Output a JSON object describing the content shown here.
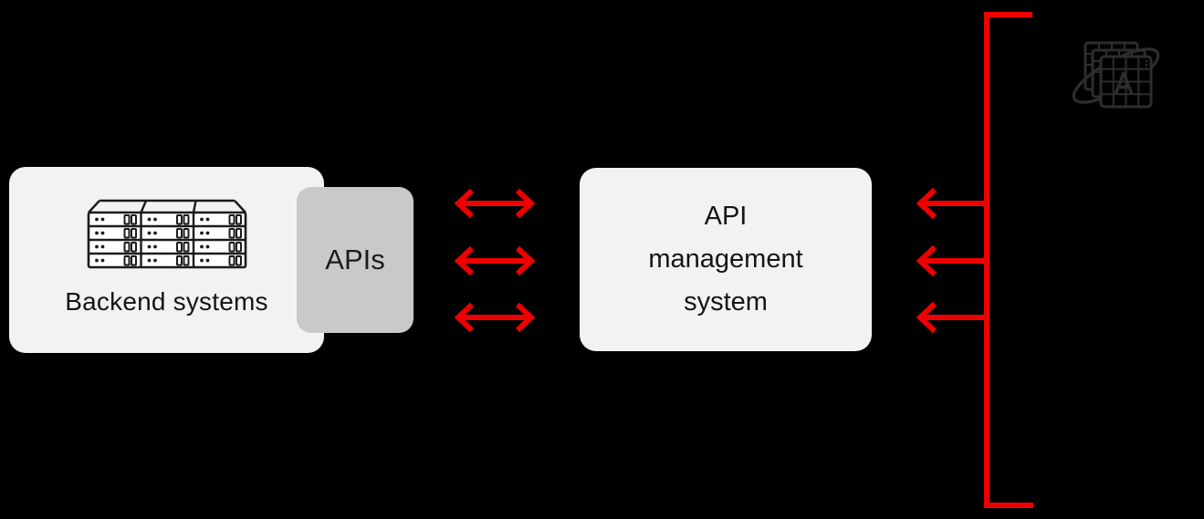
{
  "diagram": {
    "colors": {
      "background": "#000000",
      "arrow_red": "#ee0000",
      "node_background": "#f2f2f2",
      "apis_box_background": "#c9c9c9",
      "text": "#151515",
      "icon_stroke": "#2d2d2d"
    },
    "nodes": {
      "backend": {
        "label": "Backend systems",
        "icon": "server-rack-icon"
      },
      "apis": {
        "label": "APIs"
      },
      "management": {
        "lines": [
          "API",
          "management",
          "system"
        ]
      }
    },
    "connectors": {
      "middle_arrows": {
        "count": 3,
        "direction": "bidirectional",
        "color": "#ee0000"
      },
      "right_arrows": {
        "count": 3,
        "direction": "left",
        "color": "#ee0000"
      },
      "right_bracket": {
        "side": "right",
        "color": "#ee0000"
      }
    },
    "icons": {
      "top_right": "api-application-orbit-icon"
    }
  }
}
